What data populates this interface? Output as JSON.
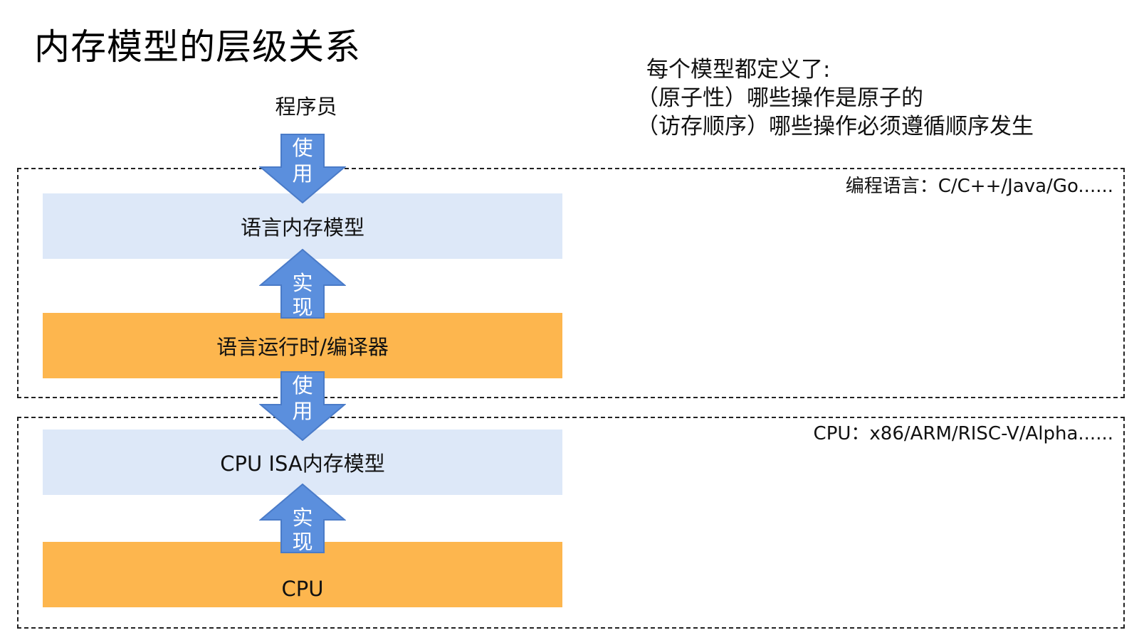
{
  "title": "内存模型的层级关系",
  "notes": {
    "line1": "每个模型都定义了:",
    "line2": "（原子性）哪些操作是原子的",
    "line3": "（访存顺序）哪些操作必须遵循顺序发生"
  },
  "programmer": "程序员",
  "groups": {
    "language": {
      "label": "编程语言：C/C++/Java/Go......",
      "model_box": "语言内存模型",
      "impl_box": "语言运行时/编译器"
    },
    "cpu": {
      "label": "CPU：x86/ARM/RISC-V/Alpha......",
      "model_box": "CPU ISA内存模型",
      "impl_box": "CPU"
    }
  },
  "arrows": {
    "use_top": [
      "使",
      "用"
    ],
    "impl_top": [
      "实",
      "现"
    ],
    "use_mid": [
      "使",
      "用"
    ],
    "impl_bottom": [
      "实",
      "现"
    ]
  },
  "colors": {
    "arrow_fill": "#5b8fdd",
    "arrow_stroke": "#4a7bc8",
    "model_box": "#dde8f8",
    "impl_box": "#fdb64e"
  }
}
